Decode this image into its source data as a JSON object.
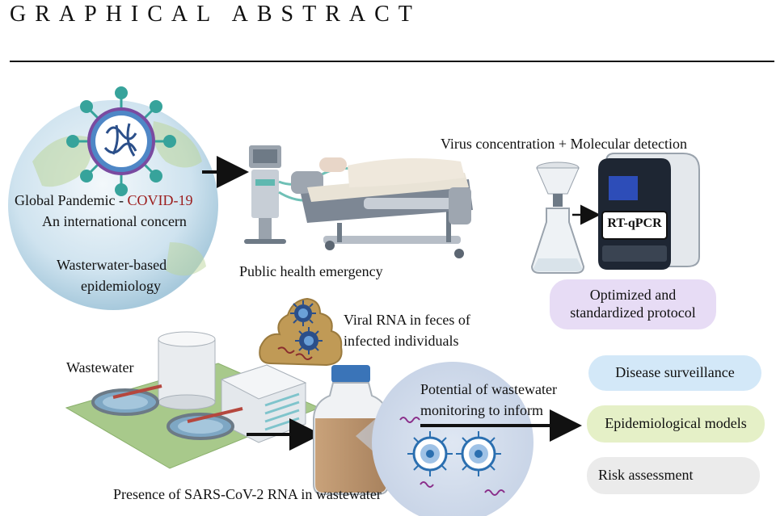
{
  "header": {
    "title": "GRAPHICAL ABSTRACT"
  },
  "globe": {
    "line1_prefix": "Global Pandemic - ",
    "line1_highlight": "COVID-19",
    "line2": "An international concern",
    "line3a": "Wasterwater-based",
    "line3b": "epidemiology"
  },
  "hospital": {
    "caption": "Public health emergency"
  },
  "lab": {
    "title": "Virus concentration + Molecular detection",
    "device_label": "RT-qPCR",
    "protocol_a": "Optimized and",
    "protocol_b": "standardized protocol"
  },
  "feces": {
    "line1": "Viral RNA in feces of",
    "line2": "infected individuals"
  },
  "plant": {
    "label": "Wastewater",
    "caption": "Presence of SARS-CoV-2 RNA in wastewater"
  },
  "monitoring": {
    "line1": "Potential of wastewater",
    "line2": "monitoring to inform"
  },
  "outcomes": {
    "surveillance": "Disease surveillance",
    "models": "Epidemiological models",
    "risk": "Risk assessment"
  },
  "colors": {
    "surveillance_bg": "#d3e8f8",
    "models_bg": "#e5f0c7",
    "risk_bg": "#ebebeb",
    "protocol_bg": "#e7dcf5",
    "virus": "#2b6fb0",
    "virus_spike": "#37a39b",
    "covid_red": "#9b1c1c"
  }
}
